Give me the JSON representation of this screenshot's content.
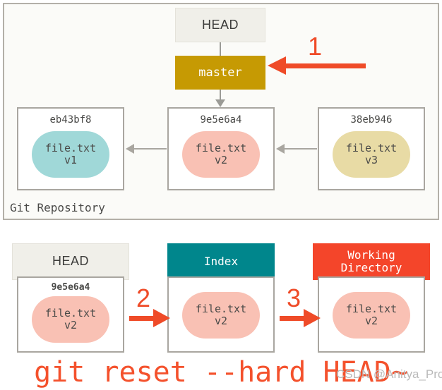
{
  "figure": {
    "repository": {
      "label": "Git Repository",
      "head_label": "HEAD",
      "branch_label": "master",
      "commits": [
        {
          "sha": "eb43bf8",
          "file": "file.txt",
          "version": "v1",
          "color": "#a0d8d8"
        },
        {
          "sha": "9e5e6a4",
          "file": "file.txt",
          "version": "v2",
          "color": "#f9c1b4"
        },
        {
          "sha": "38eb946",
          "file": "file.txt",
          "version": "v3",
          "color": "#e8dba5"
        }
      ]
    },
    "stages": [
      {
        "name": "HEAD",
        "sha": "9e5e6a4",
        "file": "file.txt",
        "version": "v2",
        "header_color": "#f0efe9"
      },
      {
        "name": "Index",
        "sha": "",
        "file": "file.txt",
        "version": "v2",
        "header_color": "#00868c"
      },
      {
        "name": "Working\nDirectory",
        "sha": "",
        "file": "file.txt",
        "version": "v2",
        "header_color": "#f4452a"
      }
    ],
    "steps": [
      {
        "number": "1"
      },
      {
        "number": "2"
      },
      {
        "number": "3"
      }
    ],
    "command": "git reset --hard HEAD~",
    "watermark": "CSDN @Anitya_Pro",
    "colors": {
      "accent_red": "#ef4b28",
      "branch_gold": "#c69a03",
      "index_teal": "#00868c",
      "workdir_orange": "#f4452a",
      "frame_gray": "#a9a6a0",
      "command_red": "#f4512c"
    }
  }
}
